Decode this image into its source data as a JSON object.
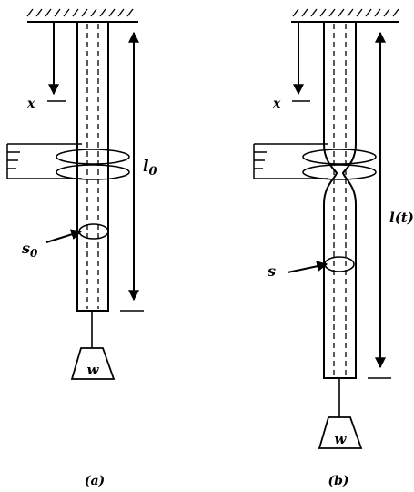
{
  "labels": {
    "x_a": "x",
    "l0": "l",
    "l0_sub": "0",
    "s0": "s",
    "s0_sub": "0",
    "w_a": "w",
    "caption_a": "(a)",
    "x_b": "x",
    "lt": "l(t)",
    "s_b": "s",
    "w_b": "w",
    "caption_b": "(b)"
  },
  "colors": {
    "ink": "#000000",
    "background": "#ffffff"
  }
}
